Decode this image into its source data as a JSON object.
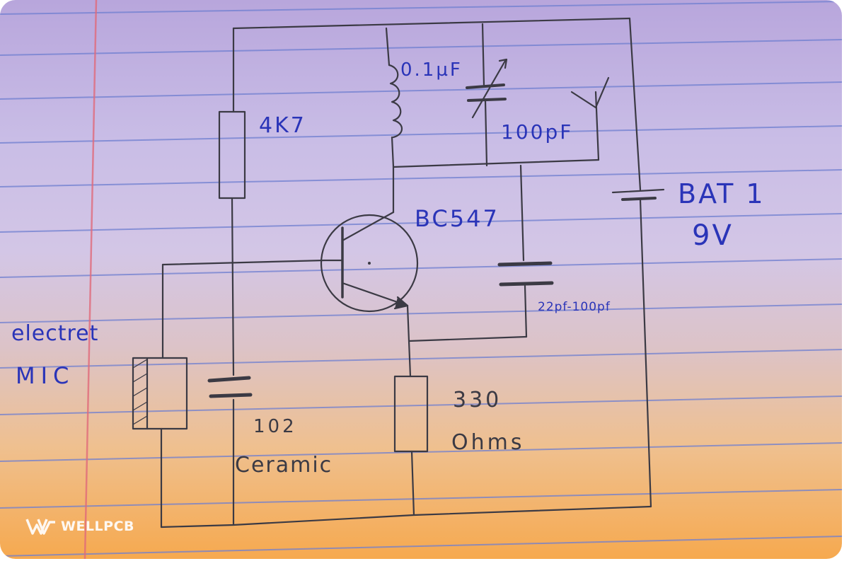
{
  "labels": {
    "resistor_top": "4K7",
    "inductor": "0.1µF",
    "trimmer_cap": "100pF",
    "battery_line1": "BAT 1",
    "battery_line2": "9V",
    "transistor": "BC547",
    "feedback_cap": "22pf-100pf",
    "mic_line1": "electret",
    "mic_line2": "MIC",
    "coupling_cap_value": "102",
    "coupling_cap_type": "Ceramic",
    "emitter_resistor_line1": "330",
    "emitter_resistor_line2": "Ohms"
  },
  "watermark": {
    "logo_icon": "wellpcb-logo-icon",
    "text": "WELLPCB"
  },
  "colors": {
    "ink_blue": "#2a34b8",
    "pencil": "#3b3a44",
    "ruled_line": "#6f7fd0",
    "margin_line": "#e06a7a"
  }
}
